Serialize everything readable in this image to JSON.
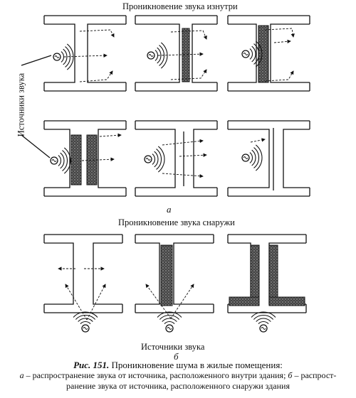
{
  "title_inside": "Проникновение звука изнутри",
  "title_outside": "Проникновение звука снаружи",
  "label_a": "а",
  "label_b": "б",
  "sources_left": "Источники звука",
  "sources_bottom": "Источники звука",
  "caption": {
    "number": "Рис. 151.",
    "title": " Проникновение шума в жилые помещения:",
    "line2_a": "а",
    "line2_a_text": " – распространение звука от источника, расположенного внутри здания; ",
    "line2_b": "б",
    "line2_b_text": " – распрост-",
    "line3": "ранение звука от источника, расположенного снаружи здания"
  },
  "colors": {
    "ink": "#111111",
    "insulation": "#3a3a3a",
    "background": "#ffffff"
  },
  "icons": {
    "source": "sound-source-icon",
    "waves": "sound-waves-icon",
    "arrow": "sound-path-arrow-icon"
  }
}
